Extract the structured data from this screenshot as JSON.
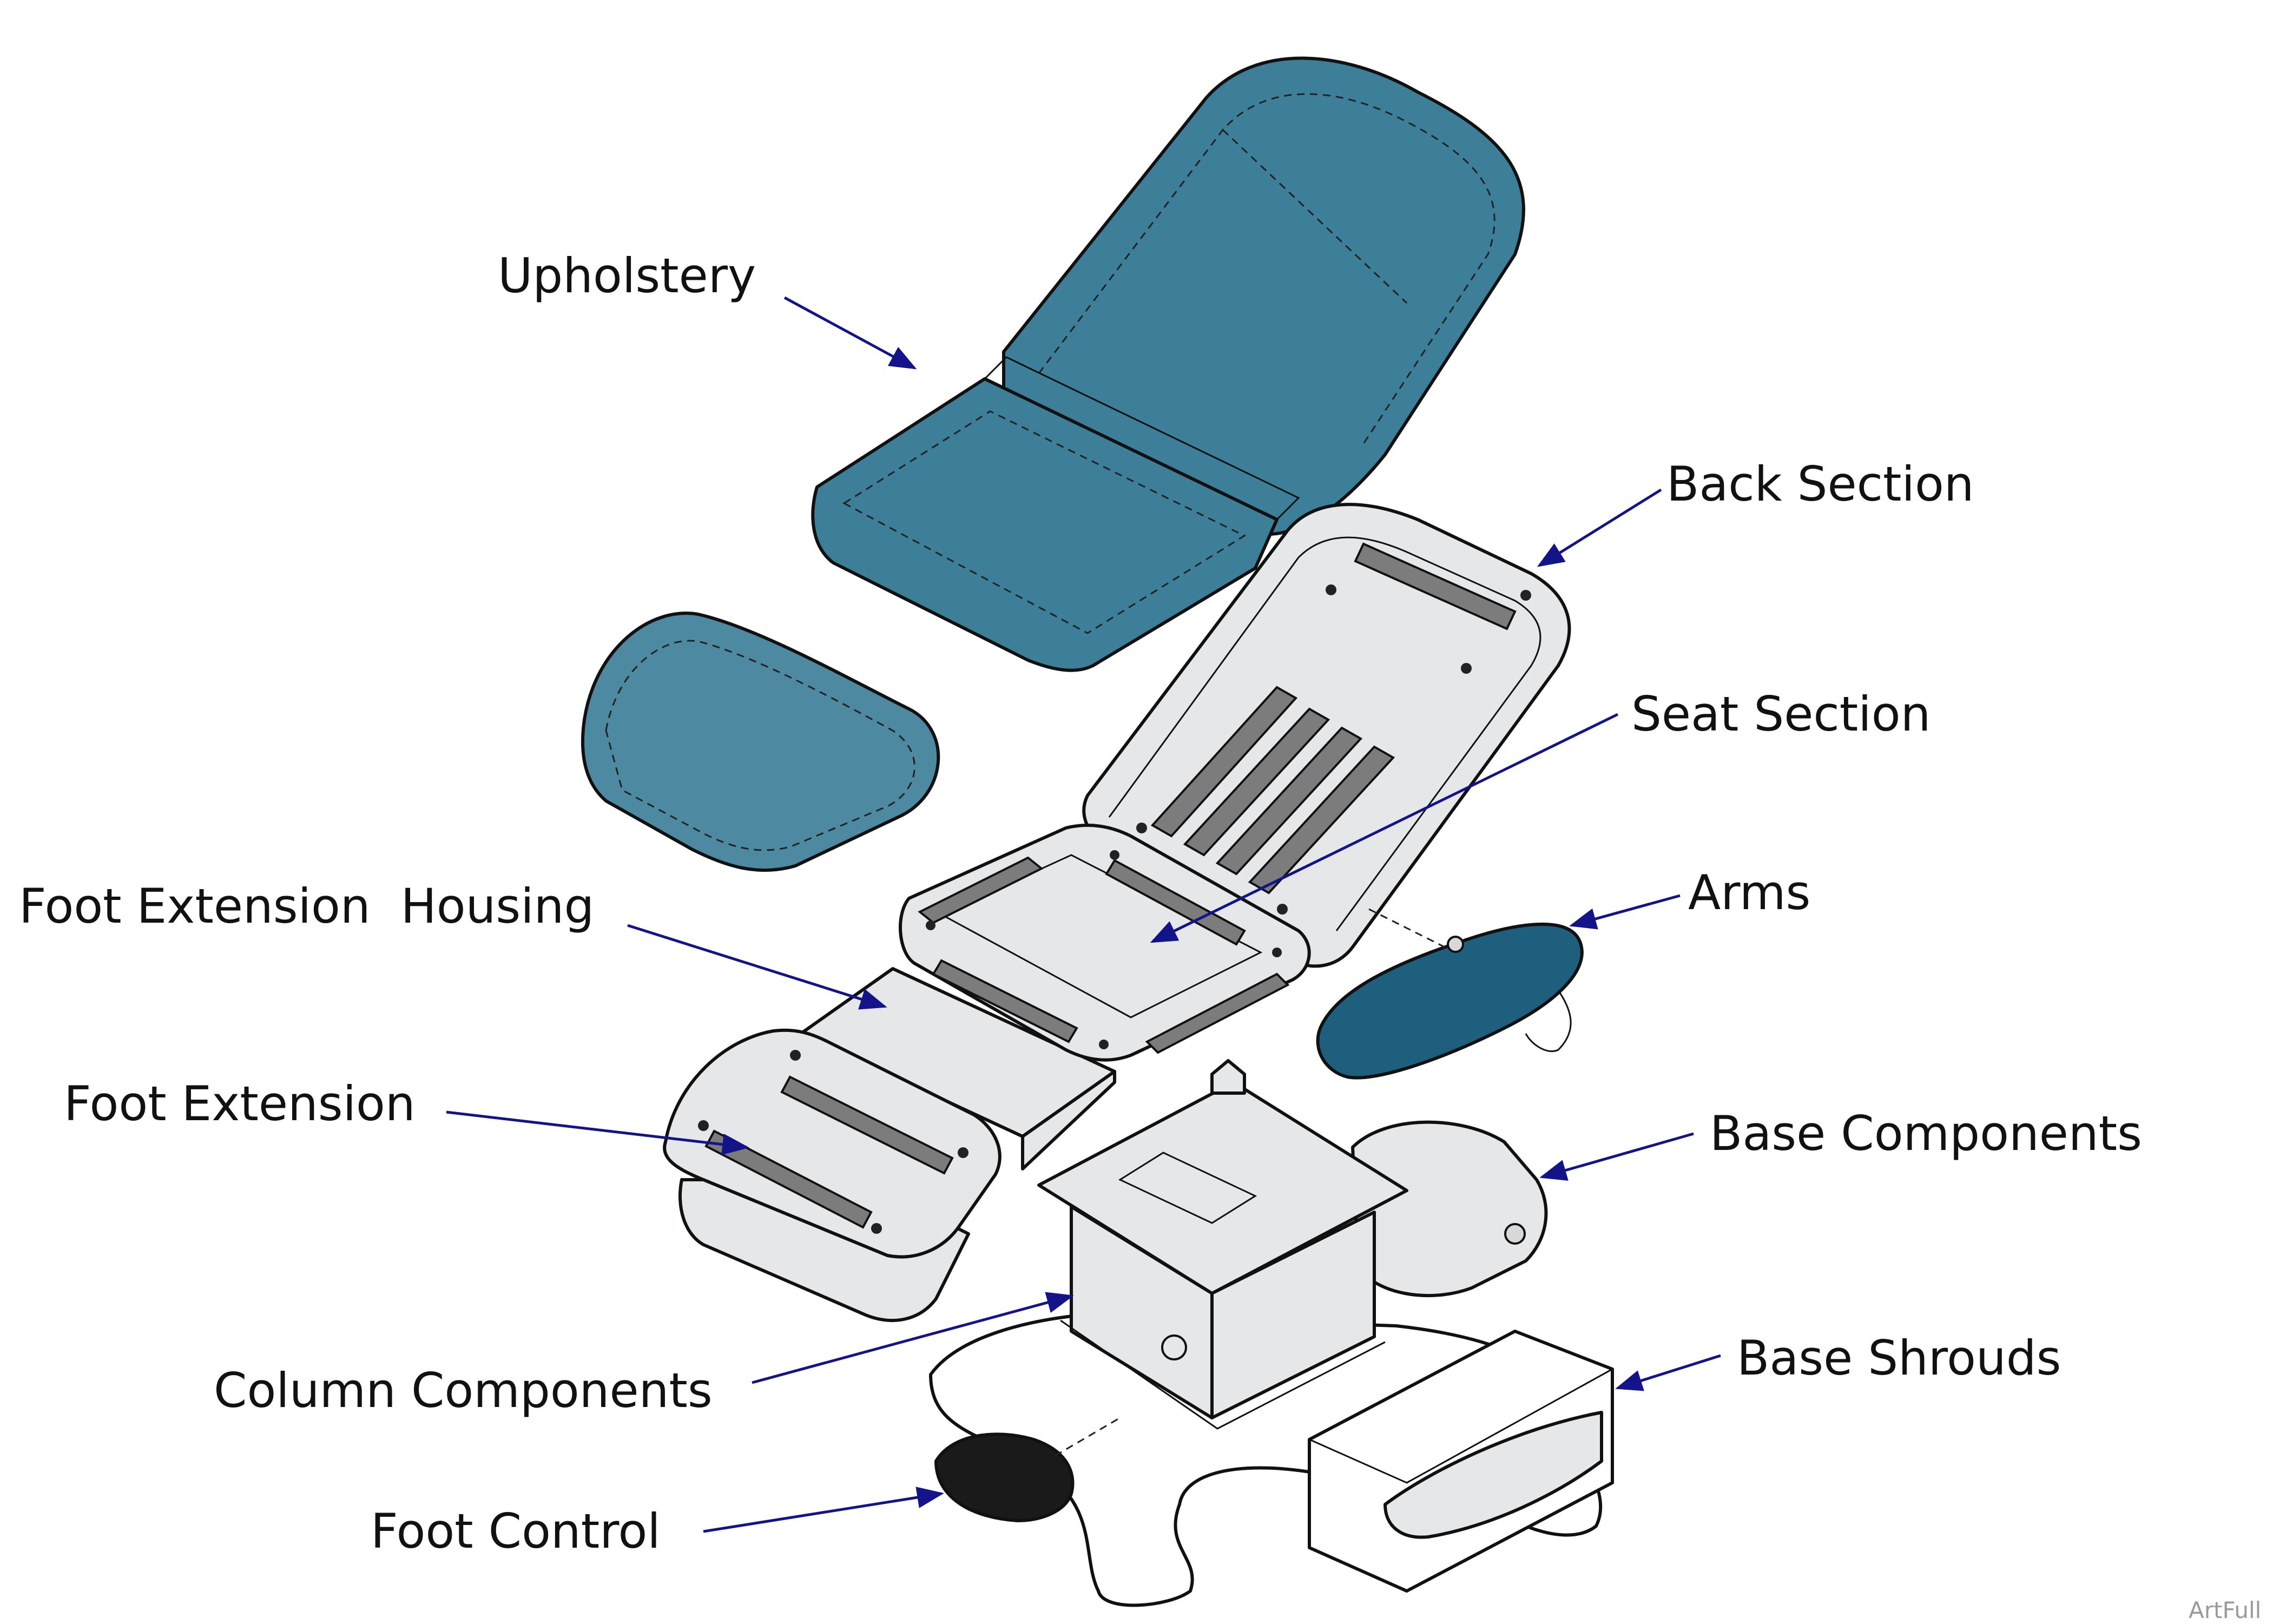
{
  "labels": {
    "upholstery": "Upholstery",
    "back_section": "Back Section",
    "seat_section": "Seat Section",
    "foot_extension_housing": "Foot Extension  Housing",
    "arms": "Arms",
    "foot_extension": "Foot Extension",
    "base_components": "Base Components",
    "column_components": "Column Components",
    "base_shrouds": "Base Shrouds",
    "foot_control": "Foot Control"
  },
  "watermark": "ArtFull",
  "colors": {
    "upholstery": "#3d7f98",
    "arm_pad": "#1e5f7d",
    "panel": "#e6e7e9",
    "strip": "#7c7c7c",
    "arrow": "#14148a",
    "foot_control": "#1a1a1a"
  }
}
